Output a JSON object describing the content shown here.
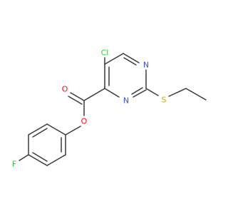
{
  "molecule": {
    "atoms": {
      "cl": "Cl",
      "n1": "N",
      "n3": "N",
      "s": "S",
      "o_carbonyl": "O",
      "o_ester": "O",
      "f": "F"
    }
  },
  "colors": {
    "bond": "#3a3a3a",
    "chlorine": "#33cc33",
    "nitrogen": "#3050f8",
    "sulfur": "#c8a800",
    "oxygen": "#ff0d0d",
    "fluorine": "#33cc33"
  }
}
